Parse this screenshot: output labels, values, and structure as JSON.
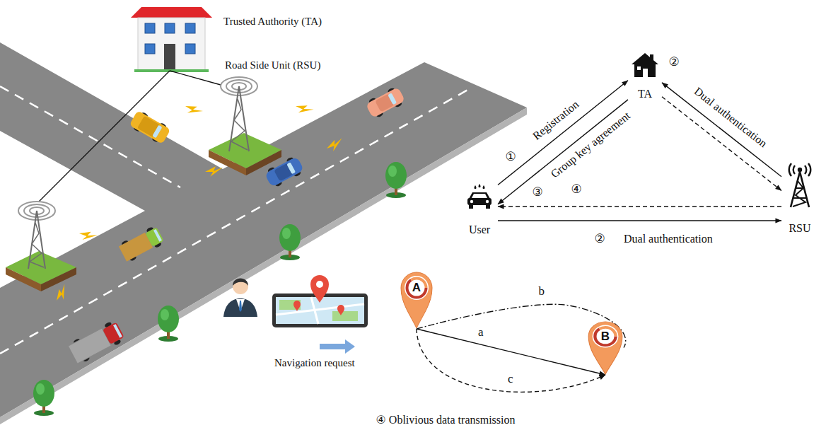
{
  "diagram": {
    "nodes": [
      {
        "text": [
          "TA"
        ]
      },
      {
        "text": [
          "User"
        ]
      },
      {
        "text": [
          "RSU"
        ]
      },
      {
        "text": [
          "A"
        ]
      },
      {
        "text": [
          "B"
        ]
      }
    ],
    "edges": [
      {
        "from": 1,
        "to": 0,
        "arrow": "to",
        "label": "Registration"
      },
      {
        "from": 0,
        "to": 1,
        "arrow": "to",
        "label": "Group key agreement"
      },
      {
        "from": 2,
        "to": 0,
        "arrow": "to",
        "label": "Dual authentication"
      },
      {
        "from": 0,
        "to": 2,
        "arrow": "to"
      },
      {
        "from": 1,
        "to": 2,
        "arrow": "to",
        "label": "Dual authentication"
      },
      {
        "from": 2,
        "to": 1,
        "arrow": "to"
      },
      {
        "from": 3,
        "to": 4,
        "arrow": "to",
        "label": "a"
      },
      {
        "from": 3,
        "to": 4,
        "arrow": "none",
        "label": "b"
      },
      {
        "from": 3,
        "to": 4,
        "arrow": "to",
        "label": "c"
      }
    ],
    "labels": [
      "Trusted Authority (TA)",
      "Road Side Unit (RSU)",
      "①",
      "②",
      "③",
      "④",
      "②",
      "Navigation request",
      "④ Oblivious data transmission"
    ]
  }
}
